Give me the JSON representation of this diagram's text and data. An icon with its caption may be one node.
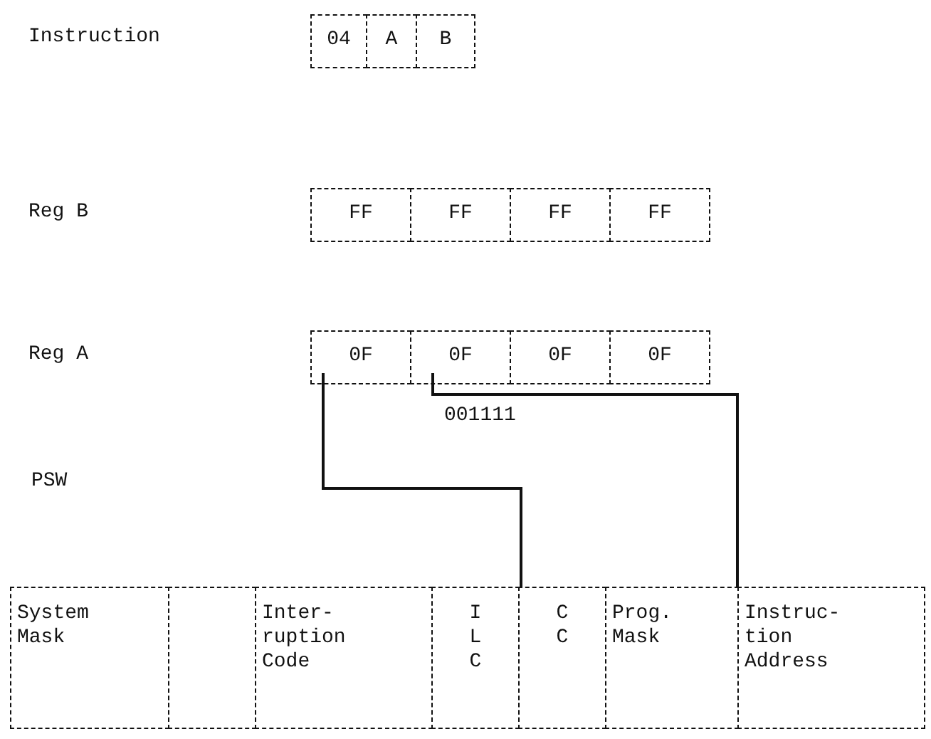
{
  "diagram": {
    "nodes": [
      {
        "text": [
          "04"
        ]
      },
      {
        "text": [
          "A"
        ]
      },
      {
        "text": [
          "B"
        ]
      },
      {
        "text": [
          "FF"
        ]
      },
      {
        "text": [
          "FF"
        ]
      },
      {
        "text": [
          "FF"
        ]
      },
      {
        "text": [
          "FF"
        ]
      },
      {
        "text": [
          "0F"
        ]
      },
      {
        "text": [
          "0F"
        ]
      },
      {
        "text": [
          "0F"
        ]
      },
      {
        "text": [
          "0F"
        ]
      },
      {
        "text": [
          "System Mask"
        ]
      },
      {
        "text": [],
        "shape": "box"
      },
      {
        "text": [
          "Inter- ruption Code"
        ]
      },
      {
        "text": [
          "I L C"
        ]
      },
      {
        "text": [
          "C C"
        ]
      },
      {
        "text": [
          "Prog. Mask"
        ]
      },
      {
        "text": [
          "Instruc- tion Address"
        ]
      }
    ],
    "edges": [],
    "labels": [
      "Instruction",
      "Reg B",
      "Reg A",
      "001111",
      "PSW"
    ]
  }
}
